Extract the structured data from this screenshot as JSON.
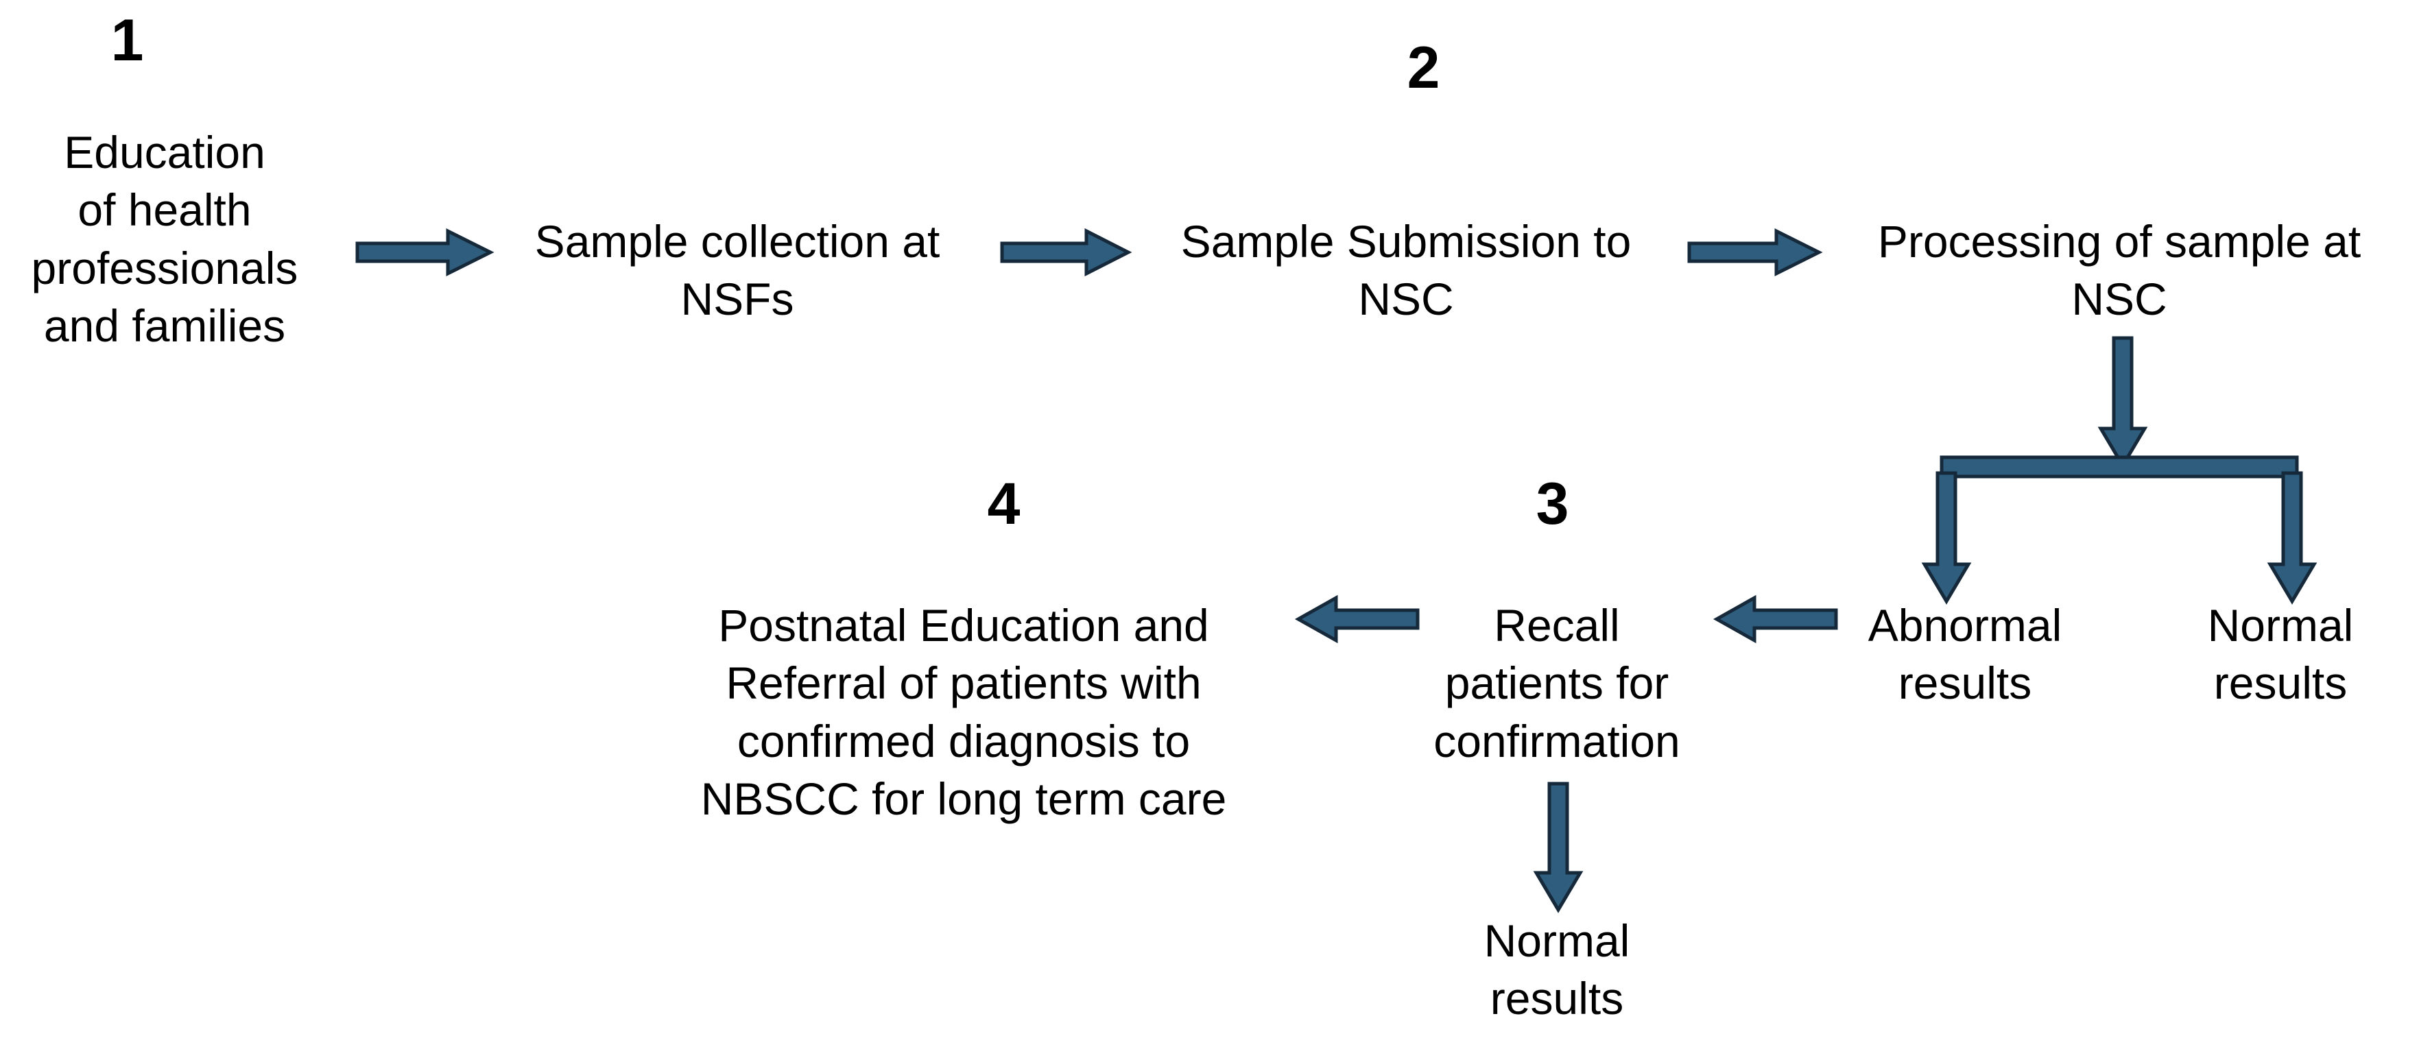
{
  "diagram": {
    "title_present": false,
    "background_color": "#ffffff",
    "arrow_fill_color": "#2e5d7d",
    "arrow_outline_color": "#16293a",
    "text_color": "#000000",
    "step_numbers": [
      {
        "id": "step-1",
        "label": "1"
      },
      {
        "id": "step-2",
        "label": "2"
      },
      {
        "id": "step-3",
        "label": "3"
      },
      {
        "id": "step-4",
        "label": "4"
      }
    ],
    "nodes": [
      {
        "id": "education",
        "label": "Education\nof health\nprofessionals\nand families"
      },
      {
        "id": "sample-collection",
        "label": "Sample collection at\nNSFs"
      },
      {
        "id": "sample-submission",
        "label": "Sample Submission to\nNSC"
      },
      {
        "id": "processing",
        "label": "Processing of sample at\nNSC"
      },
      {
        "id": "abnormal-results",
        "label": "Abnormal\nresults"
      },
      {
        "id": "normal-results-top",
        "label": "Normal\nresults"
      },
      {
        "id": "recall",
        "label": "Recall\npatients for\nconfirmation"
      },
      {
        "id": "postnatal",
        "label": "Postnatal Education and\nReferral of patients with\nconfirmed diagnosis to\nNBSCC for long term care"
      },
      {
        "id": "normal-results-bottom",
        "label": "Normal\nresults"
      }
    ],
    "connectors": [
      {
        "id": "education-to-collection",
        "direction": "right"
      },
      {
        "id": "collection-to-submission",
        "direction": "right"
      },
      {
        "id": "submission-to-processing",
        "direction": "right"
      },
      {
        "id": "processing-to-split",
        "direction": "down"
      },
      {
        "id": "split-bar",
        "direction": "horizontal-bar"
      },
      {
        "id": "split-to-abnormal",
        "direction": "down"
      },
      {
        "id": "split-to-normal",
        "direction": "down"
      },
      {
        "id": "abnormal-to-recall",
        "direction": "left"
      },
      {
        "id": "recall-to-postnatal",
        "direction": "left"
      },
      {
        "id": "recall-to-normal",
        "direction": "down"
      }
    ]
  }
}
